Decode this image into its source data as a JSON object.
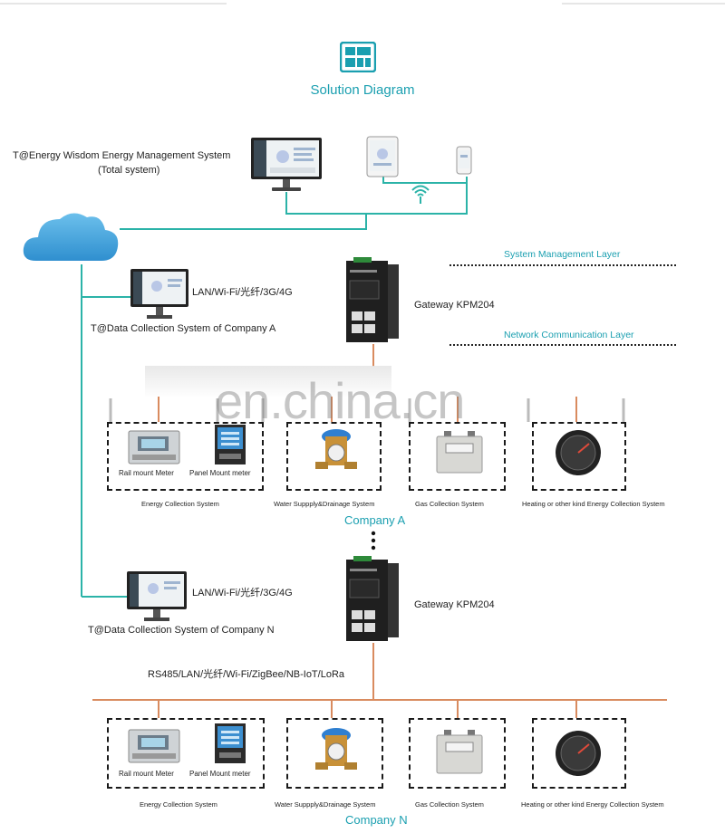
{
  "title": "Solution Diagram",
  "top_system": {
    "line1": "T@Energy Wisdom Energy Management System",
    "line2": "(Total system)"
  },
  "layers": {
    "management": "System Management Layer",
    "network": "Network Communication Layer"
  },
  "watermark": "en.china.cn",
  "company_a": {
    "network_label": "LAN/Wi-Fi/光纤/3G/4G",
    "collection_system": "T@Data Collection System of Company A",
    "gateway_prefix": "Gateway ",
    "gateway_model": "KPM204",
    "name": "Company A",
    "systems": [
      {
        "label": "Energy Collection System"
      },
      {
        "label": "Water Suppply&Drainage System"
      },
      {
        "label": "Gas Collection System"
      },
      {
        "label": "Heating or other kind Energy Collection System"
      }
    ],
    "meters": {
      "rail": "Rail mount Meter",
      "panel": "Panel Mount meter"
    }
  },
  "company_n": {
    "network_label": "LAN/Wi-Fi/光纤/3G/4G",
    "collection_system": "T@Data Collection System of Company N",
    "gateway_prefix": "Gateway ",
    "gateway_model": "KPM204",
    "bus_label": "RS485/LAN/光纤/Wi-Fi/ZigBee/NB-IoT/LoRa",
    "name": "Company N",
    "systems": [
      {
        "label": "Energy Collection System"
      },
      {
        "label": "Water Suppply&Drainage System"
      },
      {
        "label": "Gas Collection System"
      },
      {
        "label": "Heating or other kind Energy Collection System"
      }
    ],
    "meters": {
      "rail": "Rail mount Meter",
      "panel": "Panel Mount meter"
    }
  },
  "colors": {
    "teal_line": "#2bb3a8",
    "orange_line": "#d98b5f",
    "title": "#1a9fb0",
    "cloud": "#3aa0d8"
  },
  "icons": [
    "solution-diagram-icon",
    "cloud-icon",
    "monitor-icon",
    "tablet-icon",
    "phone-icon",
    "wifi-icon",
    "gateway-device-icon",
    "rail-meter-icon",
    "panel-meter-icon",
    "water-meter-icon",
    "gas-meter-icon",
    "heat-meter-icon"
  ]
}
